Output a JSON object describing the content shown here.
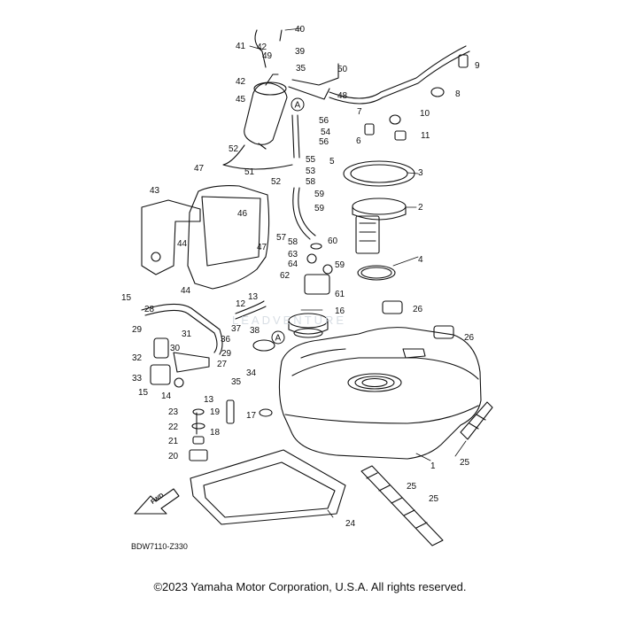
{
  "diagram": {
    "code": "BDW7110-Z330",
    "fwd_label": "FWD",
    "callout_letter": "A",
    "watermark": "LEADVENTURE"
  },
  "footer": {
    "copyright": "©2023 Yamaha Motor Corporation, U.S.A. All rights reserved."
  },
  "part_labels": [
    "40",
    "39",
    "41",
    "42",
    "49",
    "35",
    "50",
    "42",
    "48",
    "9",
    "8",
    "45",
    "56",
    "7",
    "10",
    "54",
    "6",
    "11",
    "56",
    "52",
    "55",
    "5",
    "51",
    "53",
    "52",
    "58",
    "47",
    "59",
    "3",
    "43",
    "46",
    "59",
    "2",
    "57",
    "60",
    "58",
    "44",
    "4",
    "64",
    "63",
    "59",
    "47",
    "62",
    "61",
    "44",
    "15",
    "13",
    "12",
    "16",
    "28",
    "37",
    "38",
    "29",
    "31",
    "36",
    "26",
    "26",
    "30",
    "29",
    "32",
    "27",
    "34",
    "35",
    "33",
    "14",
    "13",
    "15",
    "19",
    "17",
    "23",
    "22",
    "18",
    "21",
    "20",
    "1",
    "25",
    "25",
    "25",
    "24"
  ],
  "colors": {
    "line": "#111111",
    "background": "#ffffff"
  }
}
